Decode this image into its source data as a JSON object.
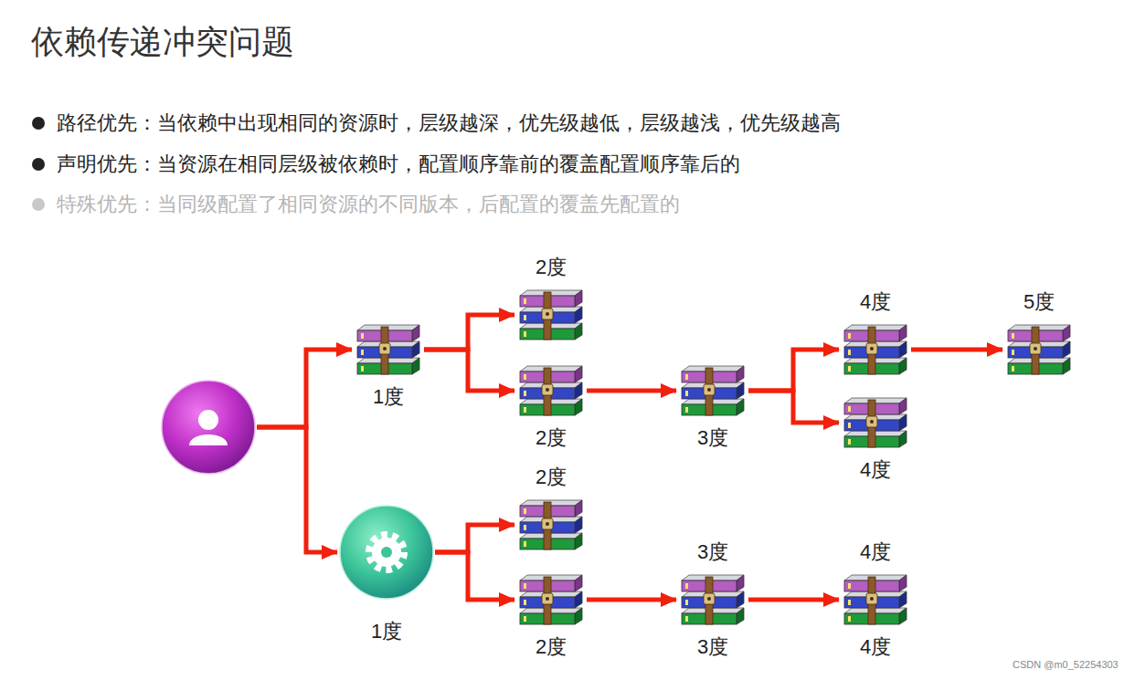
{
  "diagram": {
    "title": "依赖传递冲突问题",
    "nodes": [
      {
        "text": []
      },
      {
        "text": [
          "1度"
        ]
      },
      {
        "text": [
          "2度"
        ]
      },
      {
        "text": [
          "2度"
        ]
      },
      {
        "text": [
          "3度"
        ]
      },
      {
        "text": [
          "4度"
        ]
      },
      {
        "text": [
          "5度"
        ]
      },
      {
        "text": [
          "4度"
        ]
      },
      {
        "text": [
          "1度"
        ]
      },
      {
        "text": [
          "2度"
        ]
      },
      {
        "text": [
          "2度"
        ]
      },
      {
        "text": [
          "3度",
          "3度"
        ]
      },
      {
        "text": [
          "4度",
          "4度"
        ]
      }
    ],
    "edges": [
      {
        "from": 0,
        "to": 1,
        "arrow": "to"
      },
      {
        "from": 0,
        "to": 8,
        "arrow": "to"
      },
      {
        "from": 1,
        "to": 2,
        "arrow": "to"
      },
      {
        "from": 1,
        "to": 3,
        "arrow": "to"
      },
      {
        "from": 3,
        "to": 4,
        "arrow": "to"
      },
      {
        "from": 4,
        "to": 5,
        "arrow": "to"
      },
      {
        "from": 4,
        "to": 7,
        "arrow": "to"
      },
      {
        "from": 5,
        "to": 6,
        "arrow": "to"
      },
      {
        "from": 8,
        "to": 9,
        "arrow": "to"
      },
      {
        "from": 8,
        "to": 10,
        "arrow": "to"
      },
      {
        "from": 10,
        "to": 11,
        "arrow": "to"
      },
      {
        "from": 11,
        "to": 12,
        "arrow": "to"
      }
    ],
    "labels": [
      "路径优先：当依赖中出现相同的资源时，层级越深，优先级越低，层级越浅，优先级越高",
      "声明优先：当资源在相同层级被依赖时，配置顺序靠前的覆盖配置顺序靠后的",
      "特殊优先：当同级配置了相同资源的不同版本，后配置的覆盖先配置的",
      "CSDN @m0_52254303"
    ]
  }
}
